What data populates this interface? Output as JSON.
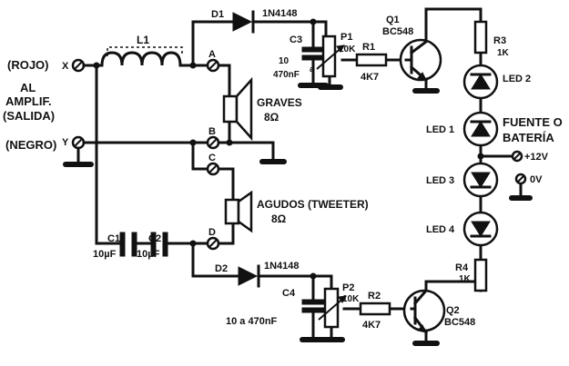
{
  "inputs": {
    "rojo": "(ROJO)",
    "al": "AL",
    "amplif": "AMPLIF.",
    "salida": "(SALIDA)",
    "negro": "(NEGRO)",
    "x": "X",
    "y": "Y"
  },
  "nodes": {
    "a": "A",
    "b": "B",
    "c": "C",
    "d": "D"
  },
  "components": {
    "l1": "L1",
    "d1": "D1",
    "d1_type": "1N4148",
    "d2": "D2",
    "d2_type": "1N4148",
    "c3": "C3",
    "c3_val1": "10",
    "c3_val2": "470nF",
    "c3_val3": "a",
    "c4": "C4",
    "c4_val": "10 a 470nF",
    "p1": "P1",
    "p1_val": "10K",
    "p2": "P2",
    "p2_val": "10K",
    "r1": "R1",
    "r1_val": "4K7",
    "r2": "R2",
    "r2_val": "4K7",
    "r3": "R3",
    "r3_val": "1K",
    "r4": "R4",
    "r4_val": "1K",
    "q1": "Q1",
    "q1_type": "BC548",
    "q2": "Q2",
    "q2_type": "BC548",
    "c1": "C1",
    "c1_val": "10µF",
    "c2": "C2",
    "c2_val": "10µF",
    "led1": "LED 1",
    "led2": "LED 2",
    "led3": "LED 3",
    "led4": "LED 4",
    "graves": "GRAVES",
    "graves_ohm": "8Ω",
    "agudos": "AGUDOS (TWEETER)",
    "agudos_ohm": "8Ω"
  },
  "supply": {
    "fuente": "FUENTE O",
    "bateria": "BATERÍA",
    "plus12": "+12V",
    "zero": "0V"
  }
}
